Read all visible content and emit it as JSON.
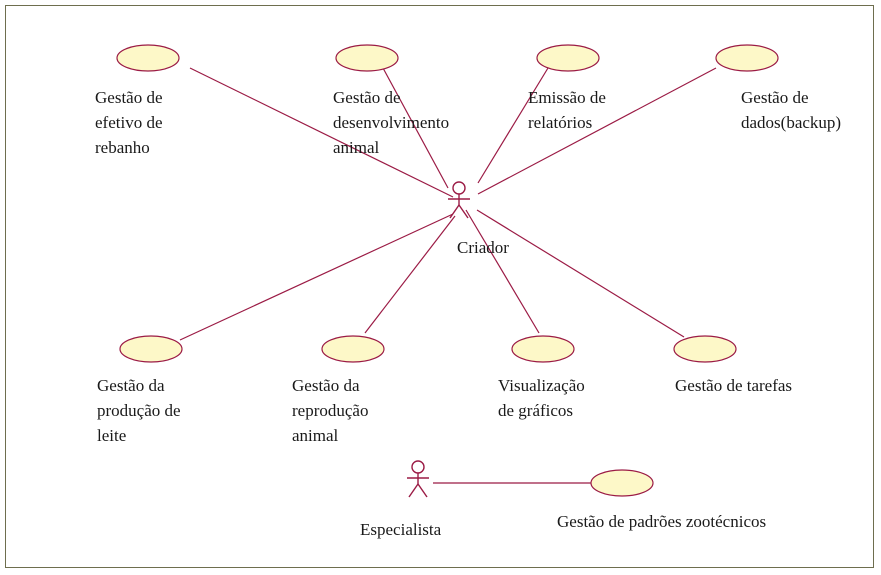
{
  "colors": {
    "line": "#9b1b45",
    "ellipse_fill": "#fdf8c8",
    "ellipse_stroke": "#9b1b45",
    "actor": "#9b1b45",
    "frame": "#6e6e4e"
  },
  "actors": {
    "criador": "Criador",
    "especialista": "Especialista"
  },
  "use_cases": {
    "efetivo": [
      "Gestão de",
      "efetivo de",
      "rebanho"
    ],
    "desenvolvimento": [
      "Gestão de",
      "desenvolvimento",
      "animal"
    ],
    "relatorios": [
      "Emissão de",
      "relatórios"
    ],
    "backup": [
      "Gestão de",
      "dados(backup)"
    ],
    "leite": [
      "Gestão da",
      "produção de",
      "leite"
    ],
    "reproducao": [
      "Gestão da",
      "reprodução",
      "animal"
    ],
    "graficos": [
      "Visualização",
      "de gráficos"
    ],
    "tarefas": [
      "Gestão de tarefas"
    ],
    "padroes": [
      "Gestão de padrões zootécnicos"
    ]
  }
}
